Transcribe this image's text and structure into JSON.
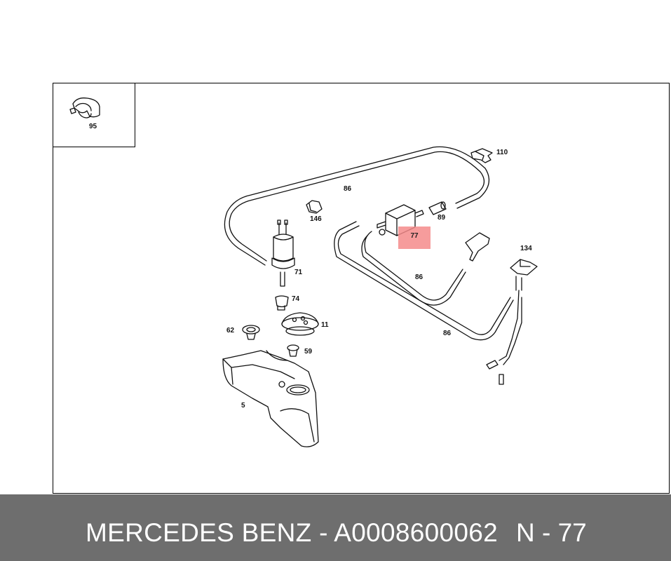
{
  "diagram": {
    "callouts": {
      "c95": "95",
      "c110": "110",
      "c86a": "86",
      "c146": "146",
      "c89": "89",
      "c77": "77",
      "c134": "134",
      "c71": "71",
      "c86b": "86",
      "c74": "74",
      "c11": "11",
      "c62": "62",
      "c86c": "86",
      "c59": "59",
      "c5": "5"
    },
    "highlight_color": "#f48b8b"
  },
  "footer": {
    "title": "MERCEDES BENZ - A0008600062",
    "code": "N - 77",
    "background": "#6e6e6e"
  }
}
